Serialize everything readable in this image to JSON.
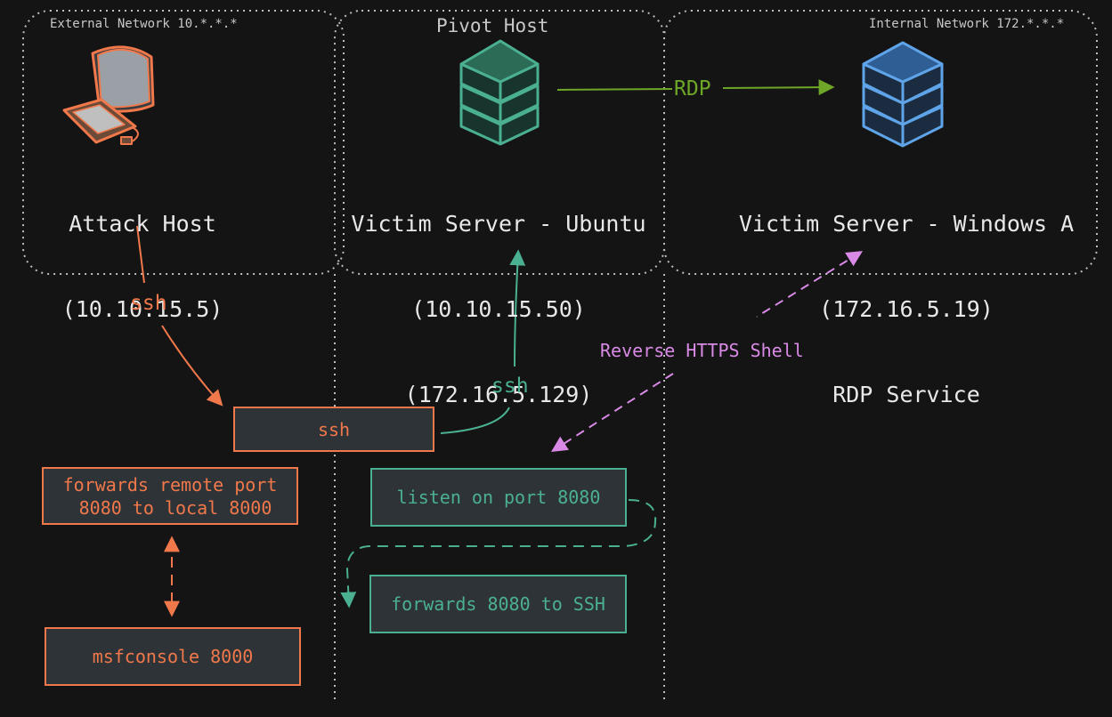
{
  "colors": {
    "background": "#141414",
    "zone_border": "#bdbdbd",
    "orange": "#f0784a",
    "teal": "#4bb092",
    "green": "#6ea627",
    "blue": "#5fa4e8",
    "violet": "#d98ae6",
    "box_fill": "#2e3338"
  },
  "zones": {
    "external": "External Network 10.*.*.*",
    "pivot": "Pivot Host",
    "internal": "Internal Network 172.*.*.*"
  },
  "hosts": {
    "attack": {
      "icon": "computer-icon",
      "name": "Attack Host",
      "ip": "(10.10.15.5)"
    },
    "ubuntu": {
      "icon": "server-stack-icon",
      "name": "Victim Server - Ubuntu",
      "ip1": "(10.10.15.50)",
      "ip2": "(172.16.5.129)"
    },
    "windows": {
      "icon": "server-stack-icon",
      "name": "Victim Server - Windows A",
      "ip": "(172.16.5.19)",
      "service": "RDP Service"
    }
  },
  "boxes": {
    "ssh": "ssh",
    "forwards_remote": "forwards remote port\n 8080 to local 8000",
    "msfconsole": "msfconsole 8000",
    "listen": "listen on port 8080",
    "forwards_ssh": "forwards 8080 to SSH"
  },
  "edges": {
    "rdp": "RDP",
    "ssh_attack": "ssh",
    "ssh_pivot": "ssh",
    "reverse_shell": "Reverse HTTPS Shell"
  }
}
